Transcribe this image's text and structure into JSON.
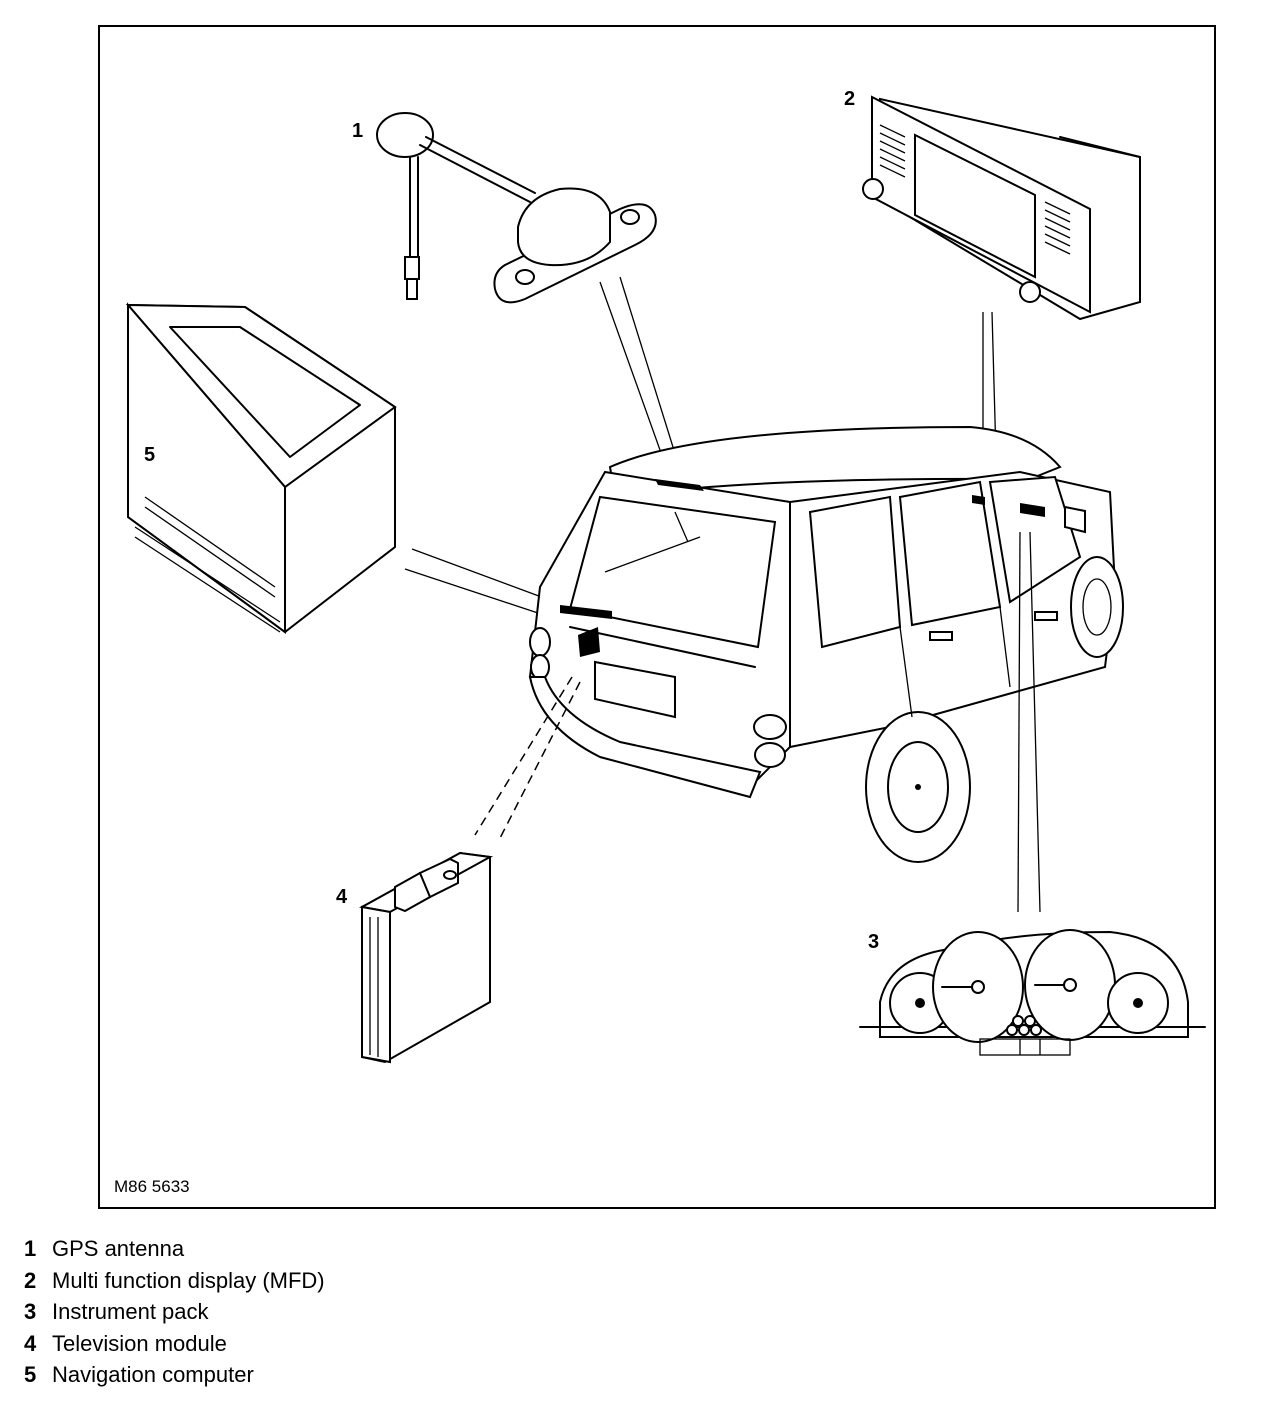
{
  "figure": {
    "id": "M86 5633",
    "callouts": [
      {
        "key": "c1",
        "number": "1"
      },
      {
        "key": "c2",
        "number": "2"
      },
      {
        "key": "c3",
        "number": "3"
      },
      {
        "key": "c4",
        "number": "4"
      },
      {
        "key": "c5",
        "number": "5"
      }
    ]
  },
  "legend": [
    {
      "number": "1",
      "label": "GPS antenna"
    },
    {
      "number": "2",
      "label": "Multi function display (MFD)"
    },
    {
      "number": "3",
      "label": "Instrument pack"
    },
    {
      "number": "4",
      "label": "Television module"
    },
    {
      "number": "5",
      "label": "Navigation computer"
    }
  ]
}
